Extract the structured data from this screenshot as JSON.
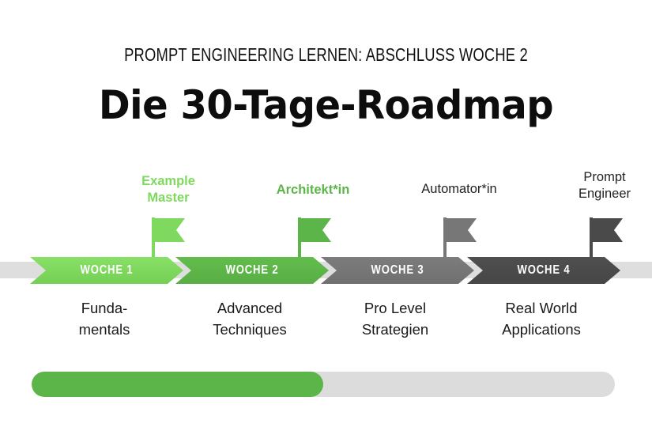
{
  "header": {
    "eyebrow": "Prompt Engineering lernen: Abschluss Woche 2",
    "title": "Die 30-Tage-Roadmap"
  },
  "colors": {
    "week1": "#7ed95e",
    "week2": "#5cb548",
    "week3": "#777777",
    "week4": "#4a4a4a",
    "rail": "#dedede",
    "progress_track": "#dcdcdc",
    "progress_fill": "#5cb548",
    "text": "#111111"
  },
  "timeline": {
    "phases": [
      {
        "chevron_label": "Woche 1",
        "milestone": "Example\nMaster",
        "description": "Funda-\nmentals",
        "color": "#7ed95e"
      },
      {
        "chevron_label": "Woche 2",
        "milestone": "Architekt*in",
        "description": "Advanced\nTechniques",
        "color": "#5cb548"
      },
      {
        "chevron_label": "Woche 3",
        "milestone": "Automator*in",
        "description": "Pro Level\nStrategien",
        "color": "#777777"
      },
      {
        "chevron_label": "Woche 4",
        "milestone": "Prompt\nEngineer",
        "description": "Real World\nApplications",
        "color": "#4a4a4a"
      }
    ]
  },
  "progress": {
    "percent": 50
  }
}
